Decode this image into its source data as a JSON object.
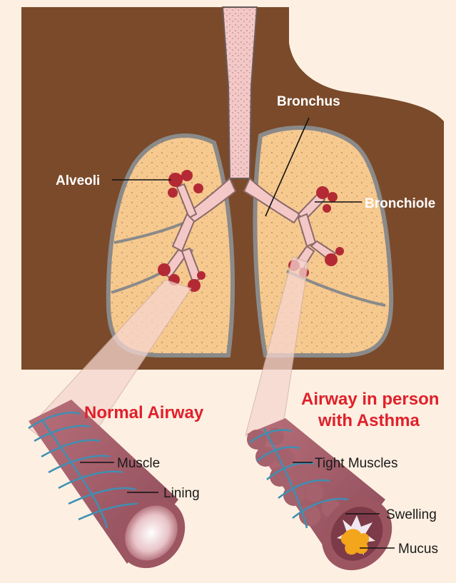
{
  "colors": {
    "background": "#fdf0e2",
    "body": "#7a4a2a",
    "lung": "#f6c98f",
    "bronchi": "#f4c8c6",
    "alveoli": "#b42a34",
    "airway_outer": "#a5616c",
    "airway_muscle": "#3f8fb3",
    "title_red": "#e0202a"
  },
  "labels": {
    "bronchus": "Bronchus",
    "alveoli": "Alveoli",
    "bronchiole": "Bronchiole",
    "muscle": "Muscle",
    "lining": "Lining",
    "tight_muscles": "Tight Muscles",
    "swelling": "Swelling",
    "mucus": "Mucus"
  },
  "titles": {
    "normal": "Normal Airway",
    "asthma_line1": "Airway in person",
    "asthma_line2": "with Asthma"
  }
}
